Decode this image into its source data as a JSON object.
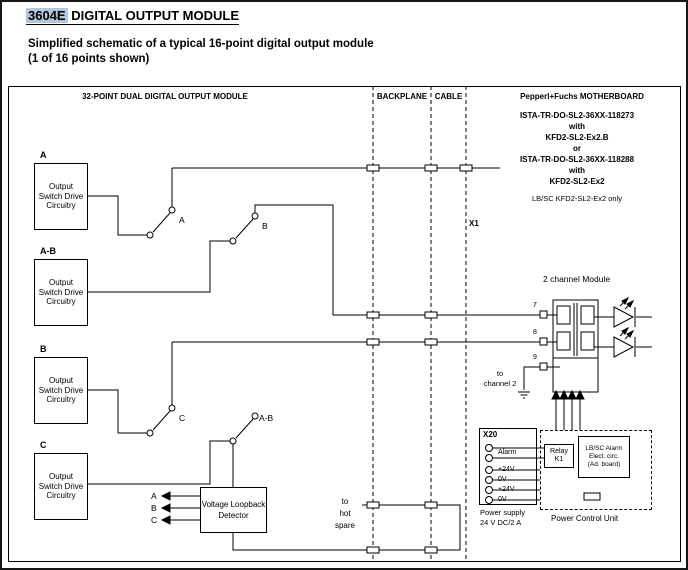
{
  "colors": {
    "title_highlight": "#b4c6da"
  },
  "header": {
    "part_number": "3604E",
    "title": "DIGITAL OUTPUT MODULE",
    "subtitle": "Simplified schematic of a typical 16-point digital output module",
    "subtitle2": "(1 of 16 points shown)"
  },
  "columns": {
    "module": "32-POINT DUAL DIGITAL OUTPUT MODULE",
    "backplane": "BACKPLANE",
    "cable": "CABLE",
    "motherboard": "Pepperl+Fuchs MOTHERBOARD"
  },
  "motherboard": {
    "lines": [
      "ISTA-TR-DO-SL2-36XX-118273",
      "with",
      "KFD2-SL2-Ex2.B",
      "or",
      "ISTA-TR-DO-SL2-36XX-118288",
      "with",
      "KFD2-SL2-Ex2"
    ],
    "note": "LB/SC KFD2-SL2-Ex2 only"
  },
  "drive_circuits": [
    {
      "label": "A",
      "text": "Output Switch Drive Circuitry"
    },
    {
      "label": "A-B",
      "text": "Output Switch Drive Circuitry"
    },
    {
      "label": "B",
      "text": "Output Switch Drive Circuitry"
    },
    {
      "label": "C",
      "text": "Output Switch Drive Circuitry"
    }
  ],
  "switches": {
    "a": "A",
    "b": "B",
    "c": "C",
    "ab": "A-B"
  },
  "connector": {
    "x1": "X1"
  },
  "module2ch": {
    "label": "2 channel Module",
    "terminals": [
      "7",
      "8",
      "9"
    ],
    "to_channel2": [
      "to",
      "channel 2"
    ]
  },
  "detector": {
    "text": "Voltage Loopback Detector",
    "inputs": [
      "A",
      "B",
      "C"
    ]
  },
  "hot_spare": [
    "to",
    "hot",
    "spare"
  ],
  "x20": {
    "title": "X20",
    "alarm": "Alarm",
    "terminals": [
      "+24V",
      "0V",
      "+24V",
      "0V"
    ],
    "supply": [
      "Power supply",
      "24 V DC/2 A"
    ]
  },
  "pcu": {
    "relay": [
      "Relay",
      "K1"
    ],
    "lbsc": [
      "LB/SC Alarm",
      "Elect. circ.",
      "(Ad. board)"
    ],
    "label": "Power Control Unit"
  }
}
